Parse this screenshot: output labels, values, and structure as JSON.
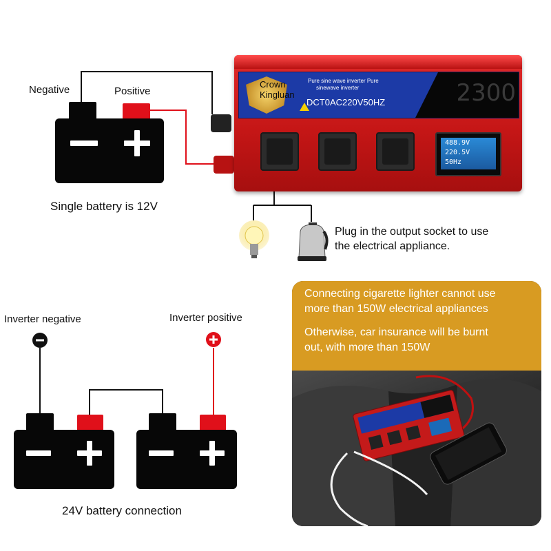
{
  "top": {
    "negative_label": "Negative",
    "positive_label": "Positive",
    "single_battery_label": "Single battery is 12V",
    "plug_text_line1": "Plug in the output socket to use",
    "plug_text_line2": "the electrical appliance."
  },
  "inverter": {
    "label_top_line1": "Pure sine wave inverter Pure",
    "label_top_line2": "sinewave inverter",
    "brand_line1": "Crown",
    "brand_line2": "Kingluan",
    "spec": "DCT0AC220V50HZ",
    "watt": "2300",
    "screen_line1": "488.9V",
    "screen_line2": "220.5V",
    "screen_line3": "50Hz"
  },
  "bottom_left": {
    "inverter_negative": "Inverter negative",
    "inverter_positive": "Inverter positive",
    "connection_label": "24V battery connection"
  },
  "photo": {
    "line1": "Connecting cigarette lighter cannot use",
    "line2": "more than 150W electrical appliances",
    "line3": "Otherwise, car insurance will be burnt",
    "line4": "out, with more than 150W"
  },
  "colors": {
    "wire_red": "#e0101a",
    "wire_black": "#111111",
    "inverter_red": "#c51616",
    "label_blue": "#1c3aa6",
    "photo_header": "#d89b22"
  }
}
